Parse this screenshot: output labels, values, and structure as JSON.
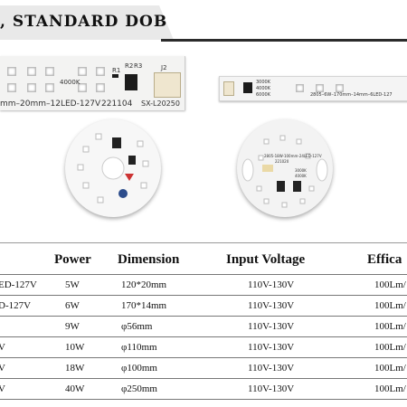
{
  "header": {
    "title": ", STANDARD DOB"
  },
  "products": {
    "strip": {
      "caption": "mm–20mm–12LED-127V",
      "date": "221104",
      "code": "SX-L20250",
      "refs": [
        "R2",
        "R3",
        "J2",
        "R1"
      ],
      "tag": "4000K"
    },
    "strip2": {
      "caption": "2805–6W–170mm–14mm–6LED-127",
      "tags": [
        "3000K",
        "4000K",
        "6000K"
      ]
    },
    "round2": {
      "caption": "2805-18W-100mm-24LED-127V",
      "sub": "221020",
      "tags": [
        "3000K",
        "4000K"
      ]
    }
  },
  "table": {
    "headers": [
      "Power",
      "Dimension",
      "Input Voltage",
      "Effica"
    ],
    "rows": [
      {
        "model": "ED-127V",
        "power": "5W",
        "dimension": "120*20mm",
        "voltage": "110V-130V",
        "efficacy": "100Lm/"
      },
      {
        "model": "D-127V",
        "power": "6W",
        "dimension": "170*14mm",
        "voltage": "110V-130V",
        "efficacy": "100Lm/"
      },
      {
        "model": "",
        "power": "9W",
        "dimension": "φ56mm",
        "voltage": "110V-130V",
        "efficacy": "100Lm/"
      },
      {
        "model": "V",
        "power": "10W",
        "dimension": "φ110mm",
        "voltage": "110V-130V",
        "efficacy": "100Lm/"
      },
      {
        "model": "V",
        "power": "18W",
        "dimension": "φ100mm",
        "voltage": "110V-130V",
        "efficacy": "100Lm/"
      },
      {
        "model": "V",
        "power": "40W",
        "dimension": "φ250mm",
        "voltage": "110V-130V",
        "efficacy": "100Lm/"
      }
    ]
  }
}
